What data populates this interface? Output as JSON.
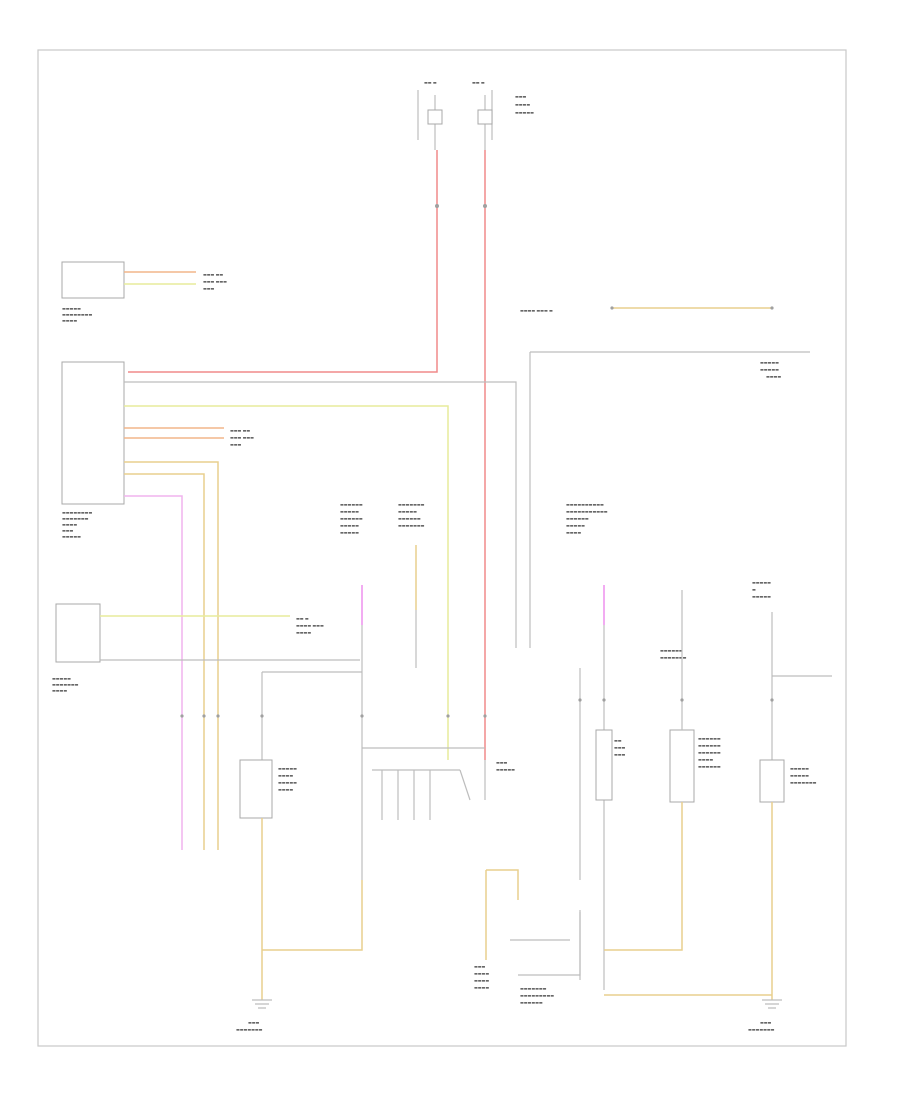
{
  "diagram": {
    "footer_code": "",
    "wire_colors": {
      "red": "#f08a8a",
      "pink": "#f0b4ee",
      "magenta": "#ee90ee",
      "yellow_green": "#e7ec9c",
      "tan": "#e9cf8d",
      "orange": "#f2b58a",
      "grey": "#c4c4c4"
    },
    "components": [
      {
        "name": "blower-motor-control-module",
        "label": ""
      },
      {
        "name": "instrument-cluster-module",
        "label": ""
      },
      {
        "name": "hazard-switch",
        "label": ""
      },
      {
        "name": "headlamp-relay",
        "label": ""
      },
      {
        "name": "brake-switch",
        "label": ""
      },
      {
        "name": "light-switch",
        "label": ""
      },
      {
        "name": "stop-lamp-switch",
        "label": ""
      },
      {
        "name": "turn-signal-control-module",
        "label": ""
      },
      {
        "name": "parking-lamp-relay",
        "label": ""
      }
    ],
    "grounds": [
      {
        "name": "ground-left",
        "label": ""
      },
      {
        "name": "ground-right",
        "label": ""
      }
    ]
  }
}
